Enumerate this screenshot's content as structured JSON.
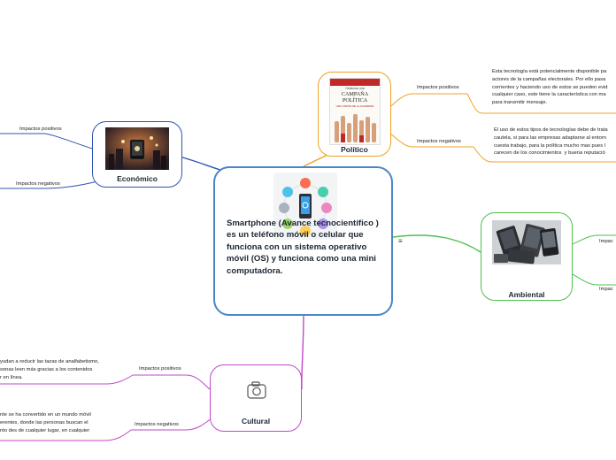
{
  "central": {
    "title": "Smartphone (Avance tecnocientífico ) es un teléfono móvil o celular que funciona con un sistema operativo móvil (OS) y funciona como una mini computadora."
  },
  "economico": {
    "label": "Económico",
    "branches": [
      "Impactos positivos",
      "Impactos negativos"
    ]
  },
  "politico": {
    "label": "Político",
    "book": {
      "line1": "Gestionar una",
      "line2": "CAMPAÑA",
      "line3": "POLÍTICA",
      "line4": "UNA VISIÓN DE LA ACADEMIA"
    },
    "branches": [
      "Impactos positivos",
      "Impactos negativos"
    ],
    "leaves": [
      "Esta tecnología está potencialmente disponible pa\nactores de la campañas electorales. Por ello pasa\ncorrientes y haciendo uso de estos se pueden evid\ncualquier caso, este tiene la característica con ma\npara transmitir mensaje.",
      "El uso de estos tipos de tecnologías debe de trata\ncautela, si para las empresas adaptarse al entorn\ncuesta trabajo, para la política mucho mas pues l\ncarecen de los conocimientos  y buena reputació"
    ]
  },
  "ambiental": {
    "label": "Ambiental",
    "branches": [
      "Impac",
      "Impac"
    ]
  },
  "cultural": {
    "label": "Cultural",
    "branches": [
      "Impactos positivos",
      "Impactos negativos"
    ],
    "leaves": [
      "yudan a reducir las tazas de analfabetismo,\nsonas leen más gracias a los contenidos\nr en línea.",
      "nte se ha convertido en un mundo móvil\nerentes, donde las personas buscan el\nnto des de cualquier lugar, en cualquier"
    ]
  },
  "notes_icon": "≡",
  "colors": {
    "economico": "#2f55b0",
    "politico": "#f0a020",
    "ambiental": "#4cc24c",
    "cultural": "#c04ac8",
    "central": "#4a86c8"
  },
  "icons": [
    "smartphone-apps-icon",
    "camera-icon",
    "notes-icon"
  ]
}
